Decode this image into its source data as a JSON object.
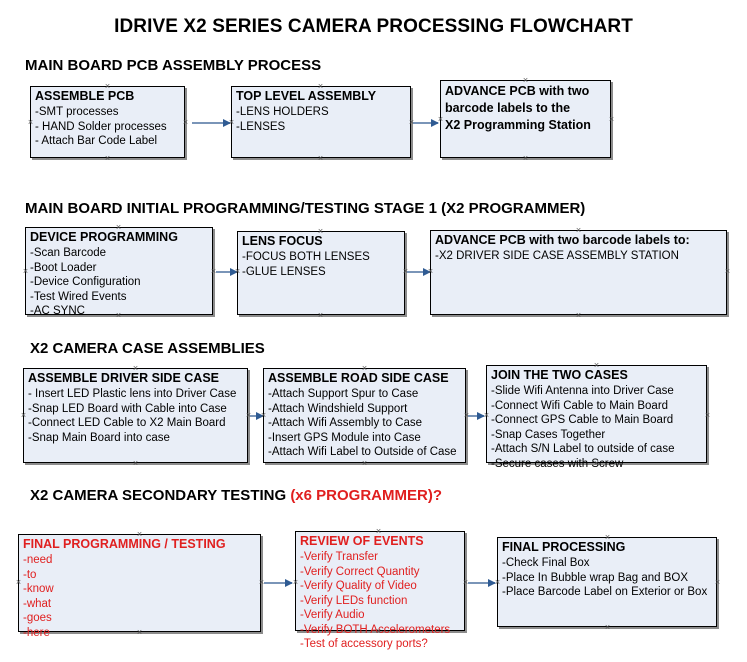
{
  "document": {
    "title": "IDRIVE X2  SERIES CAMERA PROCESSING FLOWCHART",
    "accent_red": "#e01f1f",
    "box_fill": "#e9eef7",
    "box_border": "#000000",
    "arrow_color": "#7a95b8"
  },
  "sections": [
    {
      "id": "main-board-pcb-assembly-process",
      "heading": "MAIN BOARD PCB ASSEMBLY PROCESS",
      "heading_red": "",
      "boxes": [
        {
          "id": "assemble-pcb",
          "title": "ASSEMBLE PCB",
          "red": false,
          "lines": [
            "-SMT processes",
            "- HAND Solder processes",
            "- Attach Bar Code Label"
          ]
        },
        {
          "id": "top-level-assembly",
          "title": "TOP LEVEL ASSEMBLY",
          "red": false,
          "lines": [
            "-LENS HOLDERS",
            "-LENSES"
          ]
        },
        {
          "id": "advance-pcb-to-x2-programming-station",
          "title": "",
          "red": false,
          "bold_lines": [
            "ADVANCE PCB with two",
            "barcode labels to the",
            " X2 Programming Station"
          ],
          "lines": []
        }
      ]
    },
    {
      "id": "main-board-initial-programming",
      "heading": "MAIN BOARD INITIAL PROGRAMMING/TESTING STAGE 1 (X2 PROGRAMMER)",
      "heading_red": "",
      "boxes": [
        {
          "id": "device-programming",
          "title": "DEVICE PROGRAMMING",
          "red": false,
          "lines": [
            "-Scan Barcode",
            "-Boot Loader",
            "-Device Configuration",
            "-Test Wired Events",
            "-AC SYNC"
          ]
        },
        {
          "id": "lens-focus",
          "title": "LENS FOCUS",
          "red": false,
          "lines": [
            "-FOCUS BOTH LENSES",
            "-GLUE LENSES"
          ]
        },
        {
          "id": "advance-pcb-to-driver-side-case-assembly",
          "title": "ADVANCE PCB with two barcode labels to:",
          "red": false,
          "lines": [
            "-X2 DRIVER  SIDE  CASE  ASSEMBLY STATION"
          ]
        }
      ]
    },
    {
      "id": "x2-camera-case-assemblies",
      "heading": "X2 CAMERA CASE ASSEMBLIES",
      "heading_red": "",
      "boxes": [
        {
          "id": "assemble-driver-side-case",
          "title": "ASSEMBLE DRIVER SIDE CASE",
          "red": false,
          "lines": [
            "- Insert LED Plastic lens into Driver Case",
            "-Snap LED Board with Cable into Case",
            "-Connect LED Cable to X2 Main Board",
            "-Snap Main Board into case"
          ]
        },
        {
          "id": "assemble-road-side-case",
          "title": "ASSEMBLE ROAD SIDE CASE",
          "red": false,
          "lines": [
            "-Attach Support Spur to Case",
            "-Attach Windshield Support",
            "-Attach Wifi Assembly to Case",
            "-Insert GPS Module into Case",
            "-Attach Wifi Label to Outside of Case"
          ]
        },
        {
          "id": "join-the-two-cases",
          "title": "JOIN THE TWO CASES",
          "red": false,
          "lines": [
            "-Slide Wifi Antenna into Driver Case",
            "-Connect Wifi Cable to Main Board",
            "-Connect GPS Cable to Main Board",
            "-Snap Cases Together",
            "-Attach S/N Label to outside of case",
            "-Secure cases with Screw"
          ]
        }
      ]
    },
    {
      "id": "x2-camera-secondary-testing",
      "heading": "X2 CAMERA SECONDARY TESTING ",
      "heading_red": "(x6 PROGRAMMER)?",
      "boxes": [
        {
          "id": "final-programming-testing",
          "title": "FINAL PROGRAMMING / TESTING",
          "red": true,
          "lines": [
            "-need",
            "-to",
            "-know",
            "-what",
            "-goes",
            "-here"
          ]
        },
        {
          "id": "review-of-events",
          "title": "REVIEW OF EVENTS",
          "red": true,
          "lines": [
            "-Verify Transfer",
            "-Verify Correct Quantity",
            "-Verify Quality of Video",
            "-Verify LEDs function",
            "-Verify Audio",
            "-Verify BOTH Accelerometers",
            "-Test of accessory ports?"
          ]
        },
        {
          "id": "final-processing",
          "title": "FINAL PROCESSING",
          "red": false,
          "lines": [
            " -Check Final Box",
            "-Place In Bubble wrap Bag and BOX",
            "-Place Barcode Label on Exterior or Box"
          ]
        }
      ]
    }
  ]
}
